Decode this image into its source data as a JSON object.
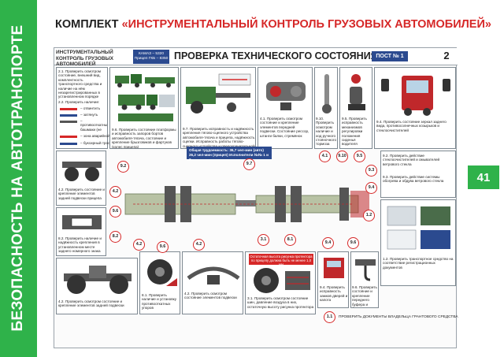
{
  "side_banner": "БЕЗОПАСНОСТЬ НА АВТОТРАНСПОРТЕ",
  "page_number": "41",
  "main_title": {
    "prefix": "КОМПЛЕКТ ",
    "bold": "«ИНСТРУМЕНТАЛЬНЫЙ КОНТРОЛЬ ГРУЗОВЫХ АВТОМОБИЛЕЙ»"
  },
  "poster": {
    "subtitle": "ИНСТРУМЕНТАЛЬНЫЙ КОНТРОЛЬ ГРУЗОВЫХ АВТОМОБИЛЕЙ",
    "vehicle_badge": "КАМАЗ – 5320 Прицеп ГКБ – 8350",
    "title": "ПРОВЕРКА ТЕХНИЧЕСКОГО СОСТОЯНИЯ",
    "post": "ПОСТ № 1",
    "number": "2",
    "labor": "Общая трудоемкость: 36,7 чел-мин (авто) 26,2 чел-мин (прицеп) Исполнители №№ 1 и 2",
    "footer": "ПРОВЕРИТЬ ДОКУМЕНТЫ ВЛАДЕЛЬЦА ГРАНТОВОГО СРЕДСТВА",
    "red_label": "Остаточная высота рисунка протектора по прицепу должна быть не менее 1,0 мм"
  },
  "legend": {
    "items": [
      "– отвинтить",
      "– затянуть",
      "– противооткатные башмаки (не менее 2-х на каждое транспортное средство)",
      "– зона аварийной остановки",
      "– буксирный трос"
    ]
  },
  "panels": {
    "p21": "2.1. Проверить осмотром состояние, внешний вид, комплектность транспортного средства и наличие на нём незарегистрированных в установленном порядке изменений в его конструкции.",
    "p22": "2.2. Проверить наличие:",
    "p96": "9.6. Проверить состояние платформы и исправность запоров бортов автомобиля-тягача, состояние и крепление брызговиков и фартуков (колес прицепа)",
    "p97": "9.7. Проверить исправность и надёжность крепления тягово-сцепного устройства автомобиля-тягача и прицепа, надёжность сцепки. Исправность работы тягово-сцепного устройства и предохранительной защёлки",
    "p41": "4.1. Проверить осмотром состояние и крепление элементов передней подвески. Состояние рессор, штанги балки, стремянок",
    "p910": "9.10. Проверить осмотром наличие и ход ручного стояночного тормоза",
    "p95": "9.5. Проверить исправность механизмов регулировки положения сиденья водителя",
    "p94": "9.4. Проверить состояние зеркал заднего вида, противосолнечных козырьков и стеклоочистителей",
    "p42": "4.2. Проверить состояние и крепление элементов задней подвески прицепа",
    "p82": "8.2. Проверить наличие и надёжность крепления в установленном месте заднего номерного знака",
    "p92": "9.2. Проверить действие стеклоочистителей и омывателей ветрового стекла",
    "p93": "9.3. Проверить действие системы обогрева и обдува ветрового стекла",
    "p43": "4.2. Проверить осмотром состояние и крепление элементов задней подвески",
    "p81": "8.1. Проверить наличие и установку противооткатных упоров",
    "p44": "4.2. Проверить осмотром состояние элементов подвески",
    "p31": "3.1. Проверить осмотром состояние шин, давление воздуха в них, остаточную высоту рисунка протектора",
    "p93b": "9.4. Проверить исправность замков дверей и капота",
    "p96b": "9.6. Проверить состояние и крепление переднего буфера и буксирных устройств",
    "p12": "1.2. Проверить транспортное средство на соответствие регистрационных документов"
  },
  "marks": [
    "9.2",
    "9.7",
    "4.2",
    "9.6",
    "4.1",
    "9.10",
    "9.5",
    "9.3",
    "9.4",
    "8.2",
    "4.2",
    "9.6",
    "4.2",
    "3.1",
    "8.1",
    "9.4",
    "9.6",
    "1.2",
    "1.1"
  ]
}
